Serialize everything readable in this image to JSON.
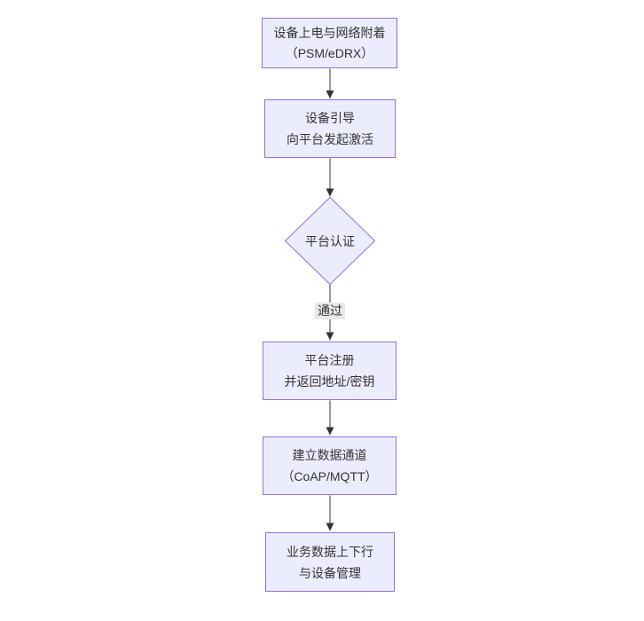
{
  "diagram": {
    "type": "flowchart",
    "direction": "top-down",
    "colors": {
      "node_fill": "#ECECFF",
      "node_border": "#9370DB",
      "edge_stroke": "#333333",
      "text": "#333333",
      "edge_label_bg": "#e8e8e8",
      "background": "#ffffff"
    },
    "nodes": [
      {
        "id": "A",
        "shape": "rect",
        "lines": [
          "设备上电与网络附着",
          "（PSM/eDRX）"
        ]
      },
      {
        "id": "B",
        "shape": "rect",
        "lines": [
          "设备引导",
          "向平台发起激活"
        ]
      },
      {
        "id": "C",
        "shape": "diamond",
        "lines": [
          "平台认证"
        ]
      },
      {
        "id": "D",
        "shape": "rect",
        "lines": [
          "平台注册",
          "并返回地址/密钥"
        ]
      },
      {
        "id": "E",
        "shape": "rect",
        "lines": [
          "建立数据通道",
          "（CoAP/MQTT）"
        ]
      },
      {
        "id": "F",
        "shape": "rect",
        "lines": [
          "业务数据上下行",
          "与设备管理"
        ]
      }
    ],
    "edges": [
      {
        "from": "A",
        "to": "B",
        "label": ""
      },
      {
        "from": "B",
        "to": "C",
        "label": ""
      },
      {
        "from": "C",
        "to": "D",
        "label": "通过"
      },
      {
        "from": "D",
        "to": "E",
        "label": ""
      },
      {
        "from": "E",
        "to": "F",
        "label": ""
      }
    ]
  }
}
